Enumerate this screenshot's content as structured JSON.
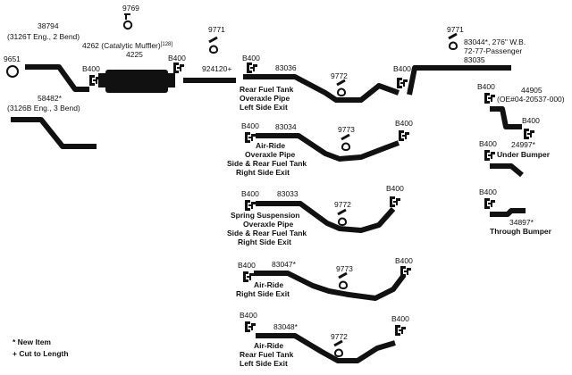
{
  "parts": {
    "p9651": "9651",
    "p38794": "38794",
    "p38794_note": "(3126T Eng., 2 Bend)",
    "p58482": "58482*",
    "p58482_note": "(3126B Eng., 3 Bend)",
    "p9769": "9769",
    "p4262": "4262 (Catalytic Muffler)",
    "p4262_sup": "[128]",
    "p4225": "4225",
    "p9771a": "9771",
    "p924120": "924120+",
    "p83036": "83036",
    "p9772a": "9772",
    "p83036_desc": [
      "Rear Fuel Tank",
      "Overaxle Pipe",
      "Left Side Exit"
    ],
    "p9771b": "9771",
    "p83044": "83044*, 276\" W.B.",
    "p83044_note": "72-77-Passenger",
    "p83035": "83035",
    "p44905": "44905",
    "p44905_note": "(OE#04-20537-000)",
    "p24997": "24997*",
    "p24997_note": "Under Bumper",
    "p34897": "34897*",
    "p34897_note": "Through Bumper",
    "p83034": "83034",
    "p9773a": "9773",
    "p83034_desc": [
      "Air-Ride",
      "Overaxle Pipe",
      "Side & Rear Fuel Tank",
      "Right Side Exit"
    ],
    "p83033": "83033",
    "p9772b": "9772",
    "p83033_desc": [
      "Spring Suspension",
      "Overaxle Pipe",
      "Side & Rear Fuel Tank",
      "Right Side Exit"
    ],
    "p83047": "83047*",
    "p9773b": "9773",
    "p83047_desc": [
      "Air-Ride",
      "Right Side Exit"
    ],
    "p83048": "83048*",
    "p9772c": "9772",
    "p83048_desc": [
      "Air-Ride",
      "Rear Fuel Tank",
      "Left Side Exit"
    ]
  },
  "clamp": "B400",
  "legend": {
    "new_item": "* New Item",
    "cut_to_length": "+ Cut to Length"
  },
  "icons": {
    "clamp": "u-bolt-clamp-icon",
    "hanger": "pipe-hanger-icon",
    "flange": "flange-gasket-icon",
    "muffler": "catalytic-muffler-icon"
  }
}
